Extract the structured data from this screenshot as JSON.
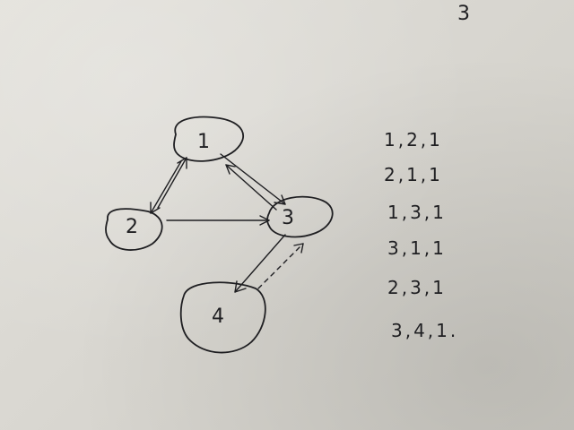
{
  "corner_mark": "3",
  "graph": {
    "nodes": [
      "1",
      "2",
      "3",
      "4"
    ]
  },
  "edge_list": [
    "1,2,1",
    "2,1,1",
    "1,3,1",
    "3,1,1",
    "2,3,1",
    "3,4,1."
  ]
}
